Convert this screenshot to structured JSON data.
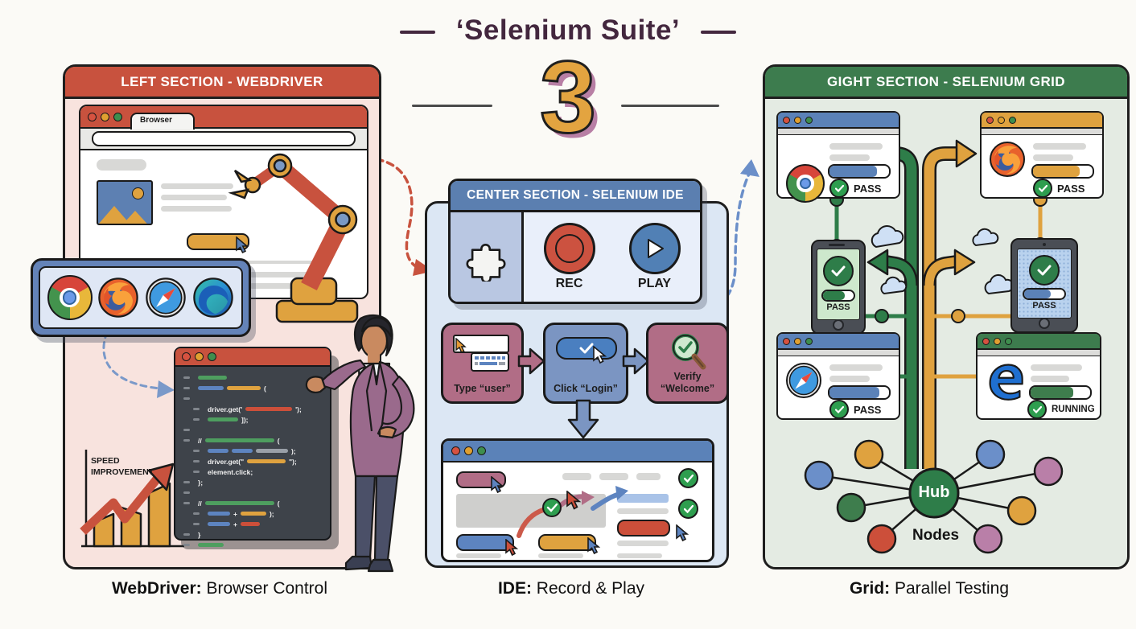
{
  "title": "‘Selenium Suite’",
  "big_number": "3",
  "left": {
    "header": "LEFT SECTION - WEBDRIVER",
    "browser": {
      "tab_label": "Browser"
    },
    "speed_chart": {
      "line1": "SPEED",
      "line2": "IMPROVEMENT"
    },
    "code": {
      "open_paren": "(",
      "comment": "//",
      "get_single": "driver.get('",
      "close_single": "');",
      "close_bracket": "]);",
      "close_paren": ");",
      "get_double": "driver.get(\"",
      "close_double": "\");",
      "element_click": "element.click;",
      "brace_semi": "};",
      "plus": "+",
      "brace": "}"
    },
    "caption_bold": "WebDriver:",
    "caption_rest": " Browser Control"
  },
  "center": {
    "header": "CENTER SECTION - SELENIUM IDE",
    "rec_label": "REC",
    "play_label": "PLAY",
    "step1_label": "Type “user”",
    "step2_label": "Click “Login”",
    "step3_line1": "Verify",
    "step3_line2": "“Welcome”",
    "caption_bold": "IDE:",
    "caption_rest": " Record & Play"
  },
  "right": {
    "header": "GIGHT SECTION - SELENIUM GRID",
    "chrome_status": "PASS",
    "firefox_status": "PASS",
    "phone_status": "PASS",
    "tablet_status": "PASS",
    "safari_status": "PASS",
    "edge_status": "RUNNING",
    "hub_label": "Hub",
    "nodes_label": "Nodes",
    "caption_bold": "Grid:",
    "caption_rest": " Parallel Testing"
  },
  "colors": {
    "left_accent": "#C8523E",
    "center_accent": "#5B7FB0",
    "right_accent": "#3D7C4E",
    "orange": "#DFA23F",
    "mauve": "#B16D86",
    "hub_green": "#2E7D49"
  }
}
